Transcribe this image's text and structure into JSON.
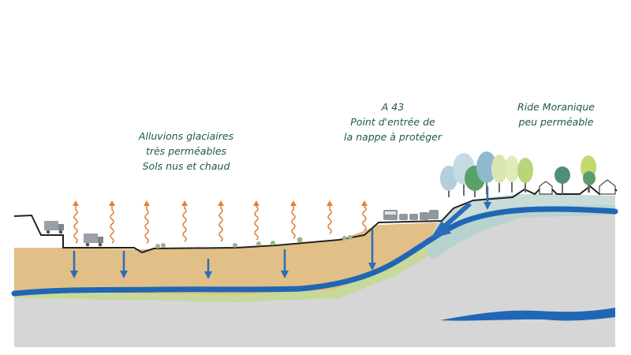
{
  "labels": {
    "alluvions": [
      "Alluvions glaciaires",
      "très perméables",
      "Sols nus et chaud"
    ],
    "a43": [
      "A 43",
      "Point d'entrée de",
      "la nappe à protéger"
    ],
    "ride": [
      "Ride Moranique",
      "peu perméable"
    ]
  },
  "colors": {
    "sky": "#ffffff",
    "bedrock": "#d6d6d6",
    "alluvial_soil": "#e2bf86",
    "green_band": "#c7d99a",
    "moraine": "#c9dcd9",
    "aquifer": "#1f67b5",
    "heat_arrow": "#e0803a",
    "infiltration_arrow": "#2b6db8",
    "ground_line": "#222222",
    "label_text": "#1f5a45"
  },
  "icons": [
    "truck-icon",
    "car-icon",
    "bus-icon",
    "tree-icon",
    "house-icon",
    "heat-wave-arrow-icon",
    "infiltration-arrow-icon"
  ]
}
